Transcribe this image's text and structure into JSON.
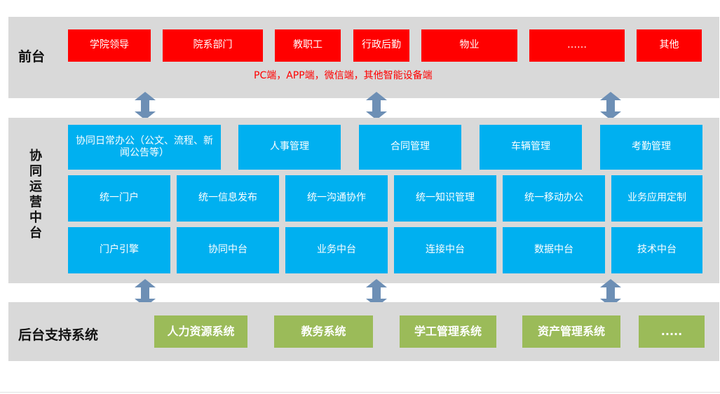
{
  "front": {
    "label": "前台",
    "boxes": [
      "学院领导",
      "院系部门",
      "教职工",
      "行政后勤",
      "物业",
      "……",
      "其他"
    ],
    "note": "PC端，APP端，微信端，其他智能设备端"
  },
  "middle": {
    "label": "协同运营中台",
    "row1": [
      "协同日常办公（公文、流程、新闻公告等）",
      "人事管理",
      "合同管理",
      "车辆管理",
      "考勤管理"
    ],
    "row2": [
      "统一门户",
      "统一信息发布",
      "统一沟通协作",
      "统一知识管理",
      "统一移动办公",
      "业务应用定制"
    ],
    "row3": [
      "门户引擎",
      "协同中台",
      "业务中台",
      "连接中台",
      "数据中台",
      "技术中台"
    ]
  },
  "back": {
    "label": "后台支持系统",
    "boxes": [
      "人力资源系统",
      "教务系统",
      "学工管理系统",
      "资产管理系统",
      "....."
    ]
  },
  "colors": {
    "band": "#d9d9d9",
    "front_box": "#ff0000",
    "middle_box": "#00b0f0",
    "back_box": "#9bbb59",
    "arrow": "#6d8fb5"
  }
}
